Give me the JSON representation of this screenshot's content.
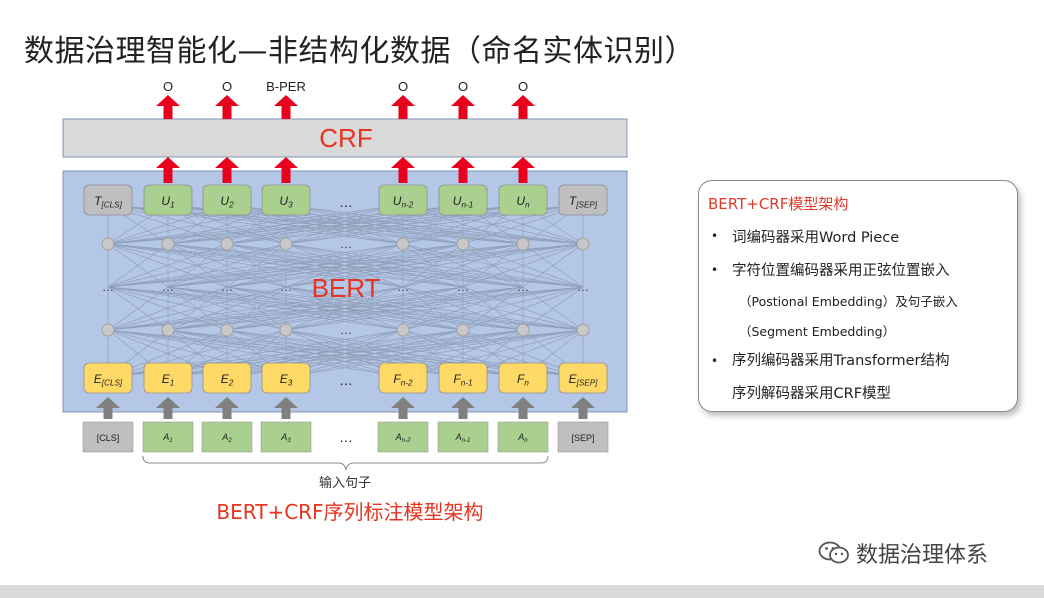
{
  "slide": {
    "title": "数据治理智能化—非结构化数据（命名实体识别）",
    "caption": "BERT+CRF序列标注模型架构",
    "input_caption": "输入句子"
  },
  "diagram": {
    "outputs": [
      "O",
      "O",
      "B-PER",
      "O",
      "O",
      "O"
    ],
    "crf_label": "CRF",
    "bert_label": "BERT",
    "top_tokens": {
      "cls": [
        "T",
        "[CLS]"
      ],
      "u": [
        [
          "U",
          "1"
        ],
        [
          "U",
          "2"
        ],
        [
          "U",
          "3"
        ],
        [
          "U",
          "n-2"
        ],
        [
          "U",
          "n-1"
        ],
        [
          "U",
          "n"
        ]
      ],
      "sep": [
        "T",
        "[SEP]"
      ]
    },
    "bottom_tokens": {
      "cls": [
        "E",
        "[CLS]"
      ],
      "e": [
        [
          "E",
          "1"
        ],
        [
          "E",
          "2"
        ],
        [
          "E",
          "3"
        ],
        [
          "F",
          "n-2"
        ],
        [
          "F",
          "n-1"
        ],
        [
          "F",
          "n"
        ]
      ],
      "sep": [
        "E",
        "[SEP]"
      ]
    },
    "inputs": {
      "cls": "[CLS]",
      "a": [
        [
          "A",
          "1"
        ],
        [
          "A",
          "2"
        ],
        [
          "A",
          "3"
        ],
        [
          "A",
          "n-2"
        ],
        [
          "A",
          "n-1"
        ],
        [
          "A",
          "n"
        ]
      ],
      "sep": "[SEP]"
    },
    "ellipsis": "…",
    "row_dots": "…",
    "colors": {
      "bert_bg": "#b4c7e7",
      "crf_bg": "#d9d9d9",
      "green": "#a9d08e",
      "orange": "#ffd966",
      "gray_token": "#bfbfbf",
      "arrow_red": "#e8001c",
      "arrow_gray": "#808080",
      "node": "#c8c8c8"
    }
  },
  "info_box": {
    "title": "BERT+CRF模型架构",
    "bullet_symbol": "•",
    "items": [
      "词编码器采用Word Piece",
      "字符位置编码器采用正弦位置嵌入",
      "（Postional Embedding）及句子嵌入",
      "（Segment Embedding）",
      "序列编码器采用Transformer结构",
      "序列解码器采用CRF模型"
    ]
  },
  "watermark": {
    "icon": "wechat-icon",
    "text": "数据治理体系"
  }
}
